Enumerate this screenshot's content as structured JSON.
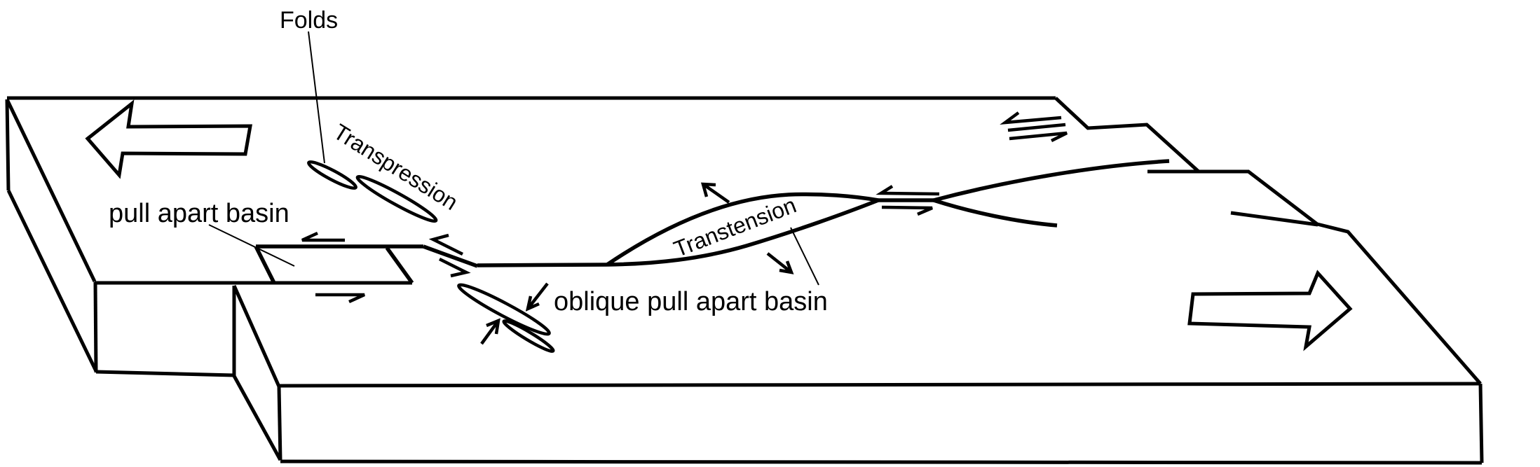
{
  "diagram": {
    "type": "geology-strike-slip-fault-block-diagram",
    "labels": {
      "folds": "Folds",
      "pull_apart_basin": "pull apart basin",
      "transpression": "Transpression",
      "transtension": "Transtension",
      "oblique_pull_apart_basin": "oblique pull apart basin"
    },
    "colors": {
      "accent_pink": "#F0336A",
      "line_black": "#000000",
      "background": "#FFFFFF"
    },
    "icons": {
      "left_block_motion": "big-left-arrow-icon",
      "right_block_motion": "big-right-arrow-icon",
      "shear_couples": "half-arrow-pair-icon",
      "extension_arrows": "diverging-arrows-icon",
      "compression_arrows": "converging-arrows-icon",
      "fold_symbols": "en-echelon-fold-ellipse-icon"
    }
  }
}
